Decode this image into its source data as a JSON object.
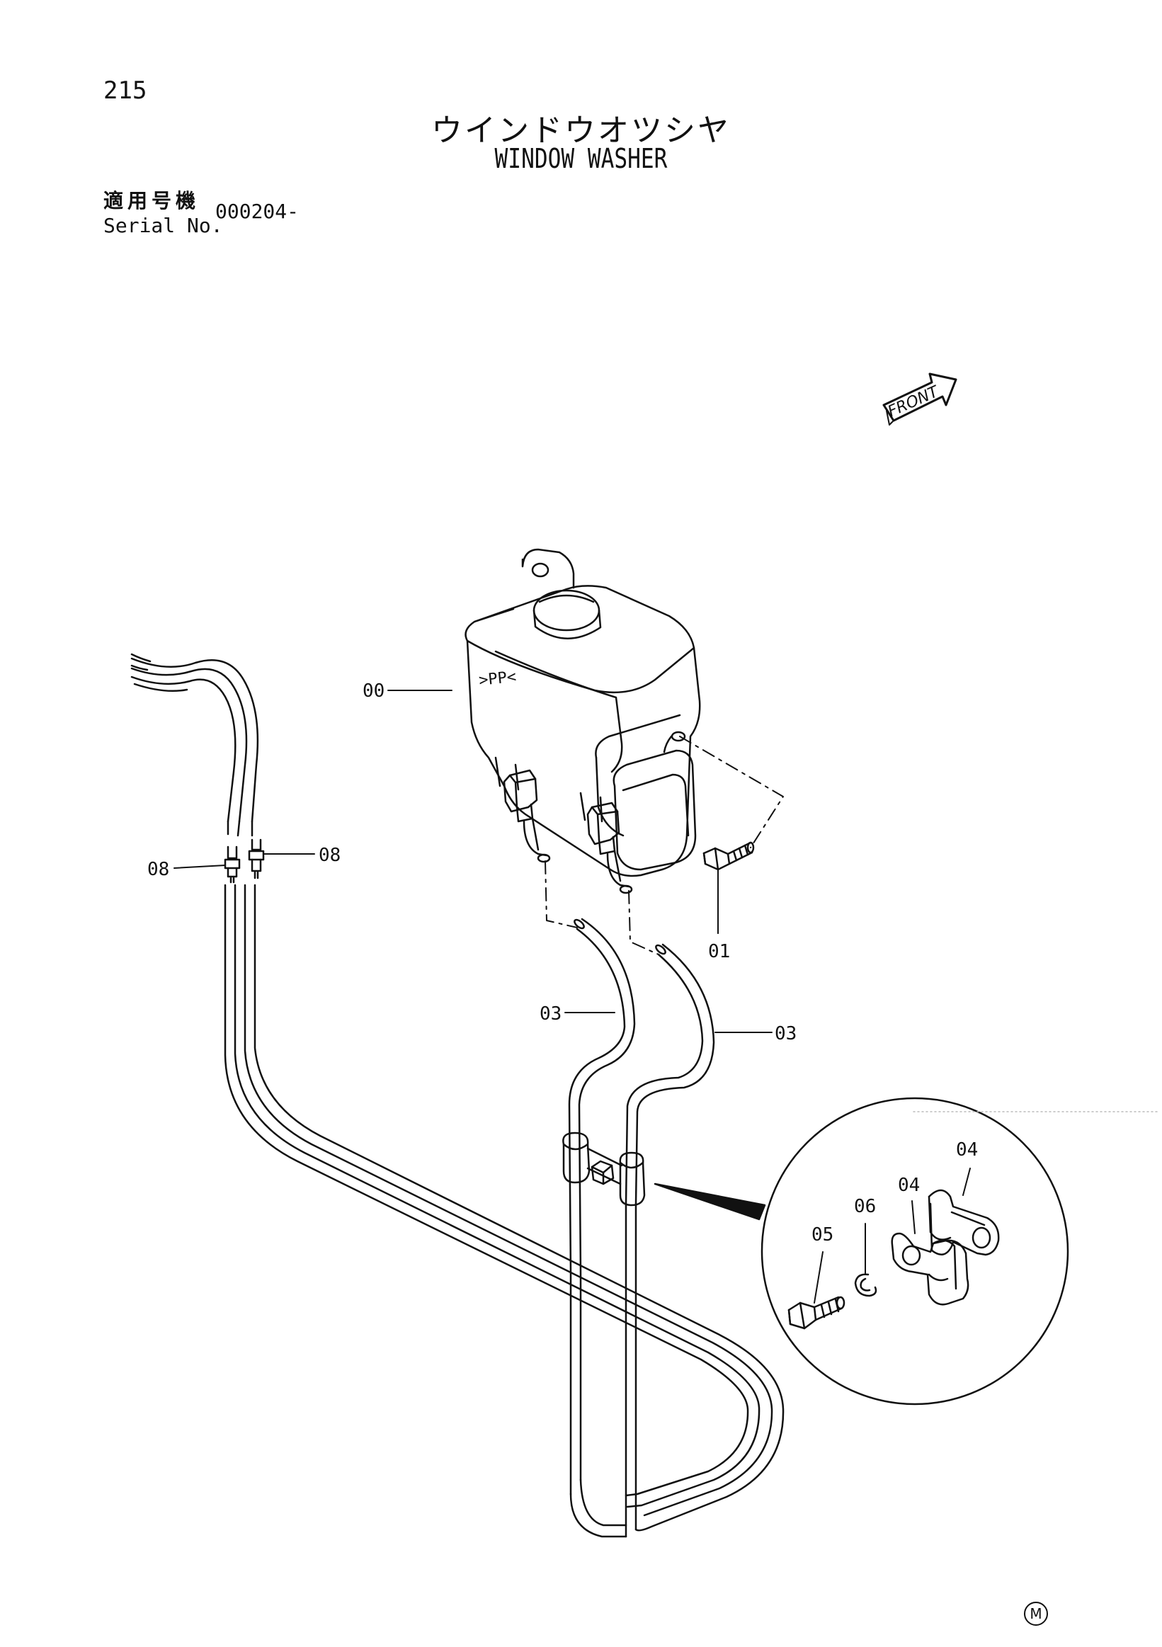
{
  "page": {
    "number": "215",
    "title_jp": "ウインドウオツシヤ",
    "title_en": "WINDOW WASHER",
    "serial_label_jp": "適用号機",
    "serial_label_en": "Serial No.",
    "serial_value": "000204-"
  },
  "diagram": {
    "front_arrow_label": "FRONT",
    "tank_marking": ">PP<",
    "callouts": {
      "tank": "00",
      "bolt": "01",
      "hose_left": "03",
      "hose_right": "03",
      "clamp_a": "04",
      "clamp_b": "04",
      "detail_bolt": "05",
      "detail_washer": "06",
      "connector_left": "08",
      "connector_right": "08"
    }
  },
  "footer": {
    "mark": "M"
  },
  "colors": {
    "line": "#111111",
    "background": "#ffffff"
  }
}
